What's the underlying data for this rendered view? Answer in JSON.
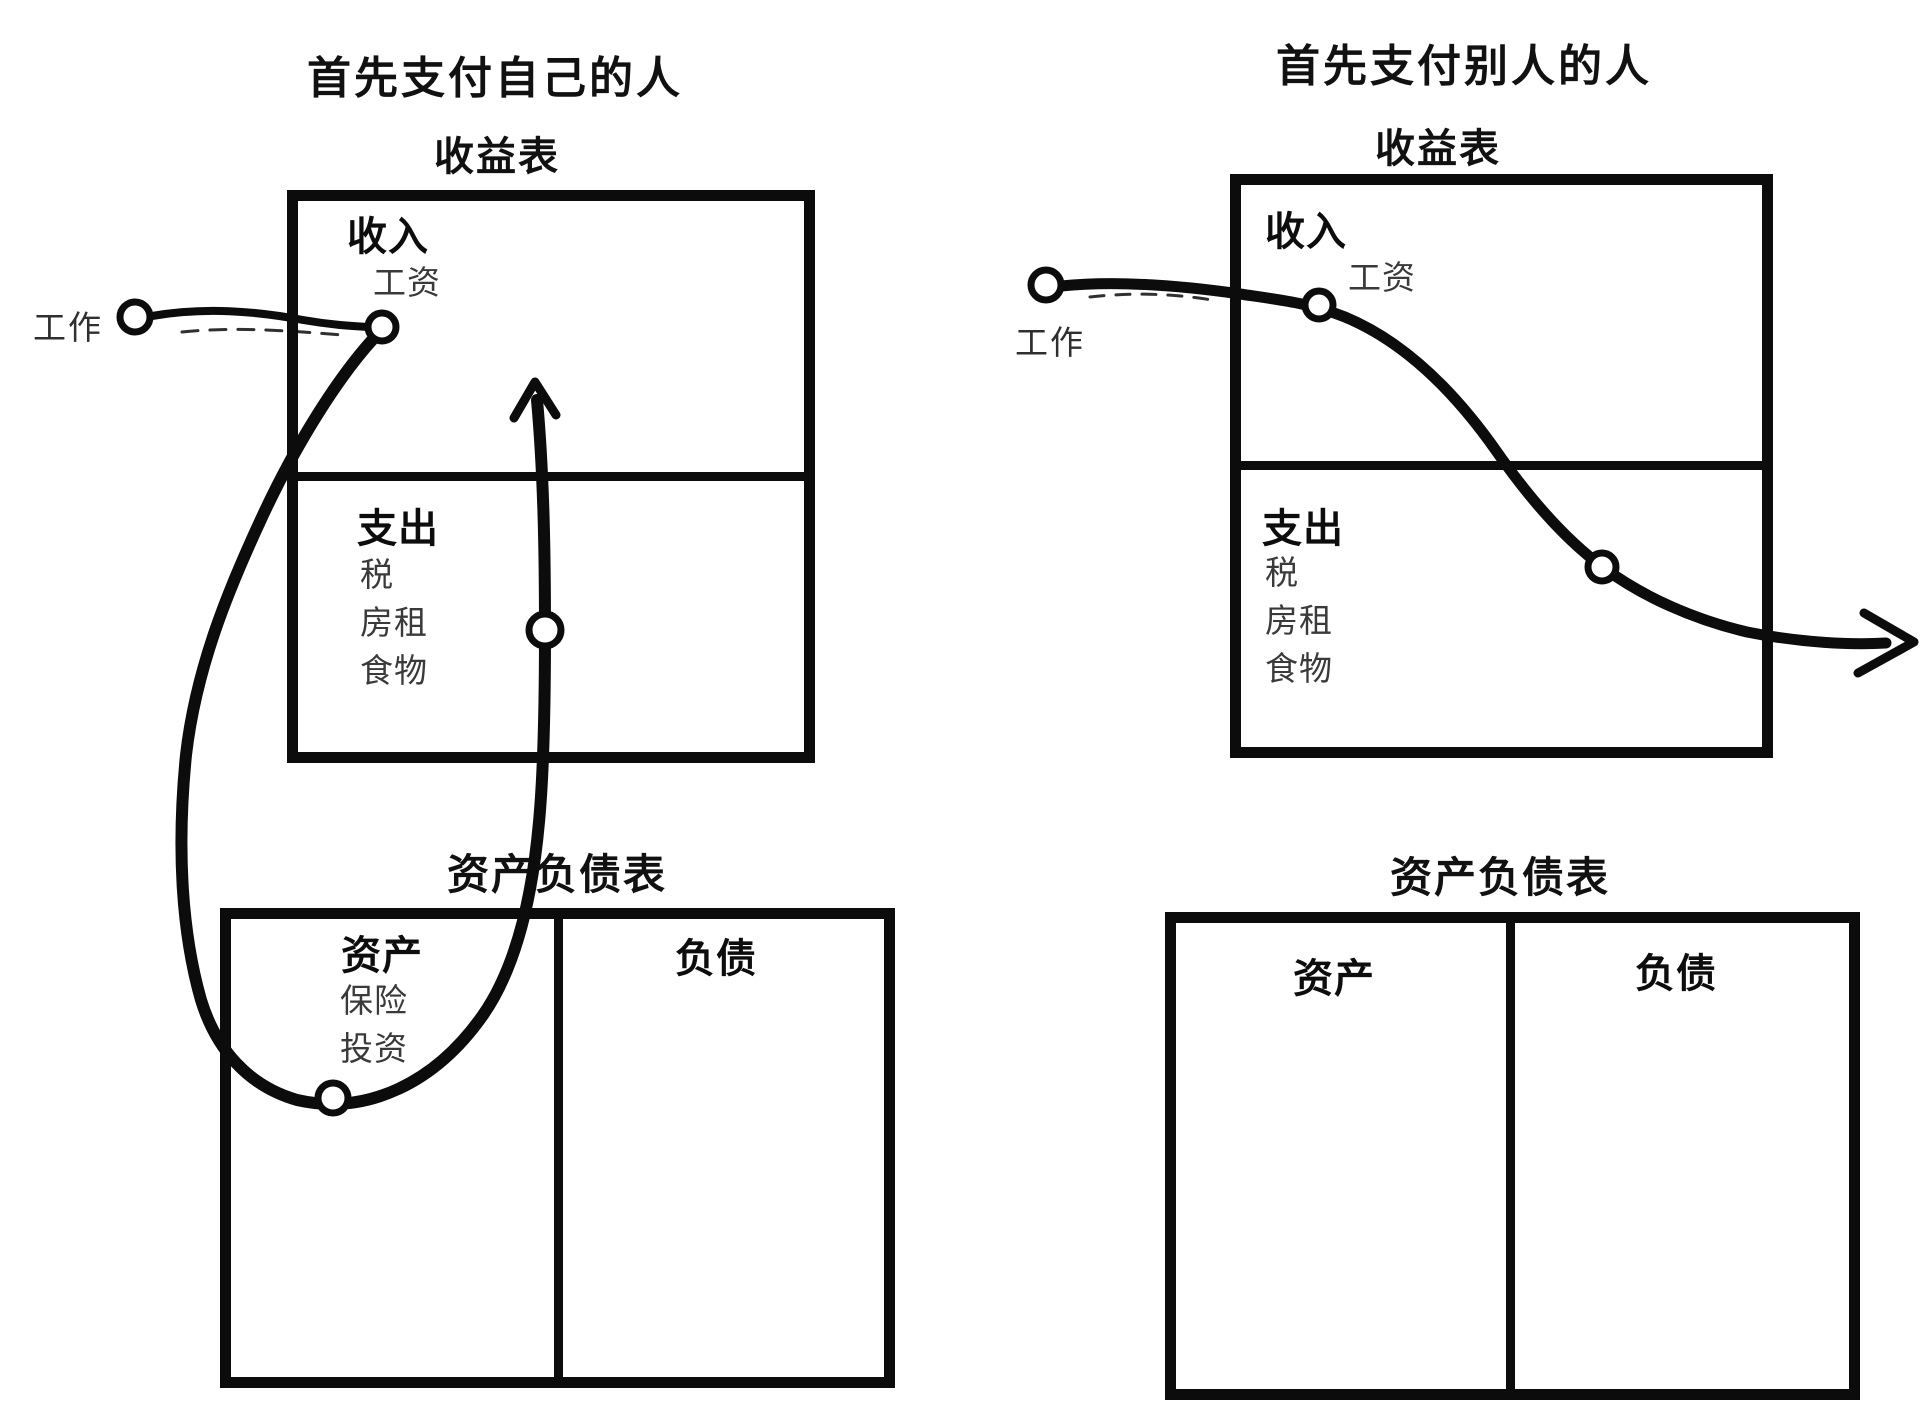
{
  "canvas": {
    "background": "#ffffff",
    "ink_color": "#0c0c0c",
    "secondary_text_color": "#3a3a3a"
  },
  "left": {
    "title": "首先支付自己的人",
    "work_label": "工作",
    "income_statement": {
      "label": "收益表",
      "income_header": "收入",
      "income_item": "工资",
      "expense_header": "支出",
      "expense_items": [
        "税",
        "房租",
        "食物"
      ]
    },
    "balance_sheet": {
      "label": "资产负债表",
      "assets_header": "资产",
      "asset_items": [
        "保险",
        "投资"
      ],
      "liabilities_header": "负债"
    }
  },
  "right": {
    "title": "首先支付别人的人",
    "work_label": "工作",
    "income_statement": {
      "label": "收益表",
      "income_header": "收入",
      "income_item": "工资",
      "expense_header": "支出",
      "expense_items": [
        "税",
        "房租",
        "食物"
      ]
    },
    "balance_sheet": {
      "label": "资产负债表",
      "assets_header": "资产",
      "liabilities_header": "负债"
    }
  }
}
